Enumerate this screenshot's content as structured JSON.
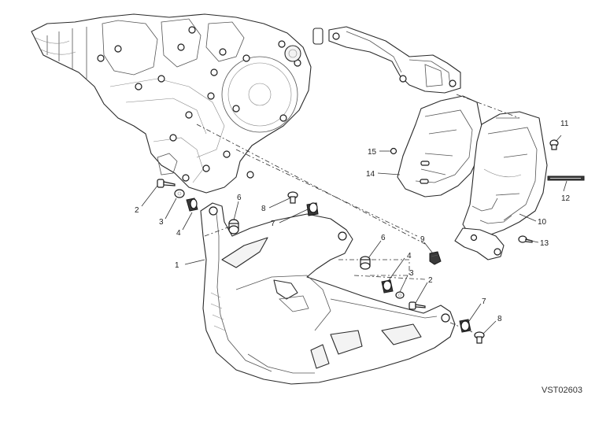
{
  "diagram": {
    "drawing_code": "VST02603",
    "callouts": {
      "c1": "1",
      "c2a": "2",
      "c3a": "3",
      "c4a": "4",
      "c6a": "6",
      "c8a": "8",
      "c7a": "7",
      "c6b": "6",
      "c4b": "4",
      "c3b": "3",
      "c2b": "2",
      "c9": "9",
      "c7b": "7",
      "c8b": "8",
      "c10": "10",
      "c11": "11",
      "c12": "12",
      "c13": "13",
      "c14": "14",
      "c15": "15"
    }
  }
}
